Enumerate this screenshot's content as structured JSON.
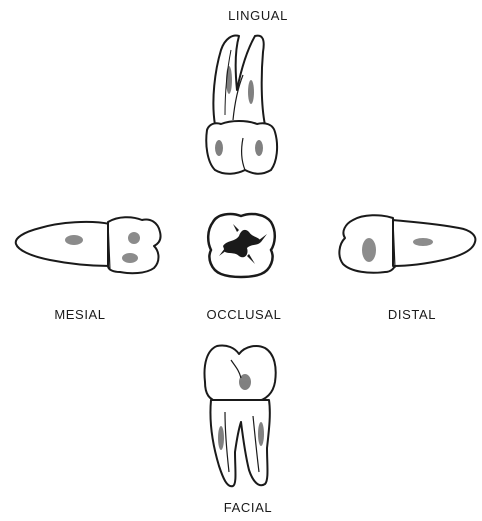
{
  "labels": {
    "lingual": "LINGUAL",
    "mesial": "MESIAL",
    "occlusal": "OCCLUSAL",
    "distal": "DISTAL",
    "facial": "FACIAL"
  },
  "colors": {
    "ink": "#1a1a1a",
    "tooth_fill": "#ffffff",
    "background": "#ffffff"
  }
}
